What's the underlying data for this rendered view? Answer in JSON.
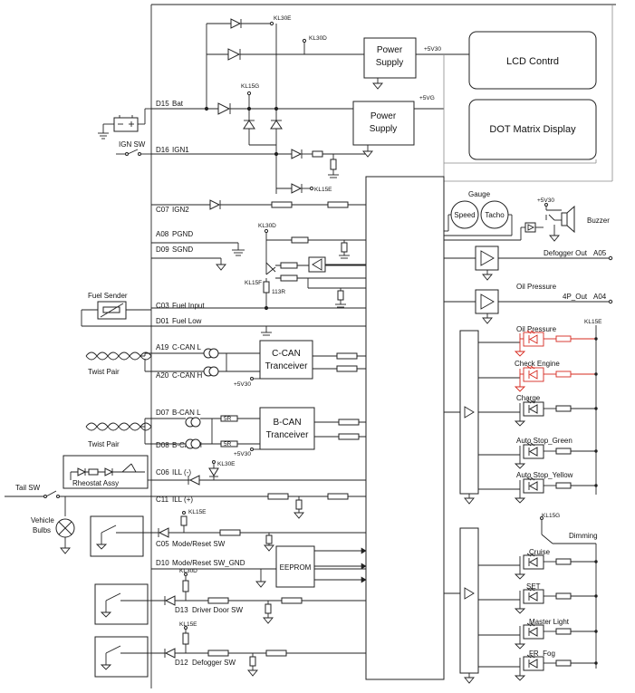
{
  "blocks": {
    "power_supply_1": "Power Supply",
    "power_supply_2": "Power Supply",
    "lcd": "LCD Contrd",
    "dot_matrix": "DOT Matrix Display",
    "ccan": "C-CAN Tranceiver",
    "bcan": "B-CAN Tranceiver",
    "eeprom": "EEPROM",
    "fuel_sender": "Fuel Sender",
    "rheostat": "Rheostat Assy",
    "gauge": "Gauge",
    "speed": "Speed",
    "tacho": "Tacho",
    "buzzer": "Buzzer"
  },
  "supply_labels": {
    "kl30e": "KL30E",
    "kl30d": "KL30D",
    "kl15g": "KL15G",
    "kl15e": "KL15E",
    "kl15f": "KL15F",
    "p5v30": "+5V30",
    "p5vg": "+5VG",
    "r113": "113R",
    "r5r": "5R"
  },
  "pins": [
    {
      "id": "D15",
      "name": "Bat"
    },
    {
      "id": "D16",
      "name": "IGN1"
    },
    {
      "id": "C07",
      "name": "IGN2"
    },
    {
      "id": "A08",
      "name": "PGND"
    },
    {
      "id": "D09",
      "name": "SGND"
    },
    {
      "id": "C03",
      "name": "Fuel Input"
    },
    {
      "id": "D01",
      "name": "Fuel Low"
    },
    {
      "id": "A19",
      "name": "C-CAN L"
    },
    {
      "id": "A20",
      "name": "C-CAN H"
    },
    {
      "id": "D07",
      "name": "B-CAN L"
    },
    {
      "id": "D08",
      "name": "B-CAN H"
    },
    {
      "id": "C06",
      "name": "ILL (-)"
    },
    {
      "id": "C11",
      "name": "ILL (+)"
    },
    {
      "id": "C05",
      "name": "Mode/Reset SW"
    },
    {
      "id": "D10",
      "name": "Mode/Reset SW_GND"
    },
    {
      "id": "D13",
      "name": "Driver Door SW"
    },
    {
      "id": "D12",
      "name": "Defogger SW"
    }
  ],
  "external": {
    "ign_sw": "IGN SW",
    "tail_sw": "Tail SW",
    "vehicle_bulbs": "Vehicle Bulbs",
    "twist_pair": "Twist Pair"
  },
  "outputs": {
    "defogger_out": "Defogger Out",
    "defogger_pin": "A05",
    "oil_pressure": "Oil Pressure",
    "p4_out": "4P_Out",
    "p4_pin": "A04",
    "dimming": "Dimming"
  },
  "warning_lamps": [
    "Oil Pressure",
    "Check Engine",
    "Charge",
    "Auto Stop_Green",
    "Auto Stop_Yellow"
  ],
  "indicator_lamps": [
    "Cruise",
    "SET",
    "Master Light",
    "FR_Fog"
  ],
  "colors": {
    "line": "#222222",
    "highlight": "#d6281e",
    "ground_line": "#8a8a8a"
  }
}
